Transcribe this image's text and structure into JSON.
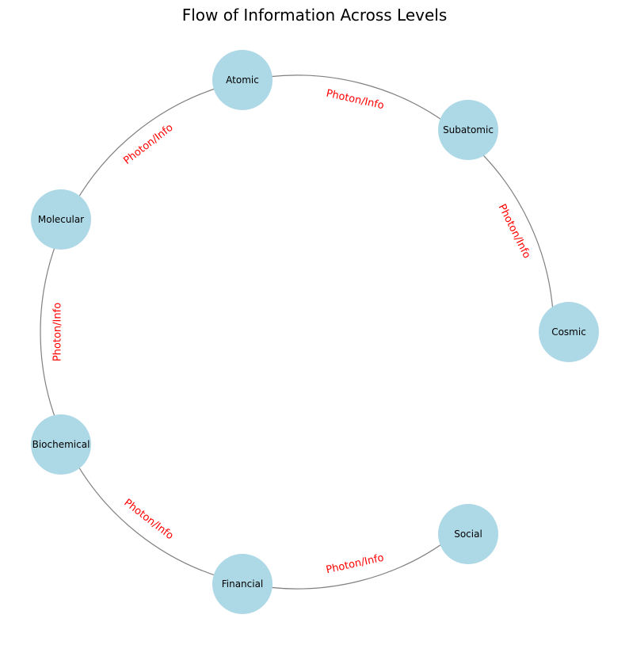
{
  "diagram": {
    "title": "Flow of Information Across Levels",
    "colors": {
      "node_fill": "#add8e6",
      "edge_stroke": "#808080",
      "edge_label": "#ff0000",
      "text": "#000000"
    },
    "nodes": [
      {
        "id": "atomic",
        "label": "Atomic"
      },
      {
        "id": "subatomic",
        "label": "Subatomic"
      },
      {
        "id": "cosmic",
        "label": "Cosmic"
      },
      {
        "id": "social",
        "label": "Social"
      },
      {
        "id": "financial",
        "label": "Financial"
      },
      {
        "id": "biochemical",
        "label": "Biochemical"
      },
      {
        "id": "molecular",
        "label": "Molecular"
      }
    ],
    "edges": [
      {
        "from": "atomic",
        "to": "subatomic",
        "label": "Photon/Info"
      },
      {
        "from": "subatomic",
        "to": "cosmic",
        "label": "Photon/Info"
      },
      {
        "from": "social",
        "to": "financial",
        "label": "Photon/Info"
      },
      {
        "from": "financial",
        "to": "biochemical",
        "label": "Photon/Info"
      },
      {
        "from": "biochemical",
        "to": "molecular",
        "label": "Photon/Info"
      },
      {
        "from": "molecular",
        "to": "atomic",
        "label": "Photon/Info"
      }
    ]
  }
}
